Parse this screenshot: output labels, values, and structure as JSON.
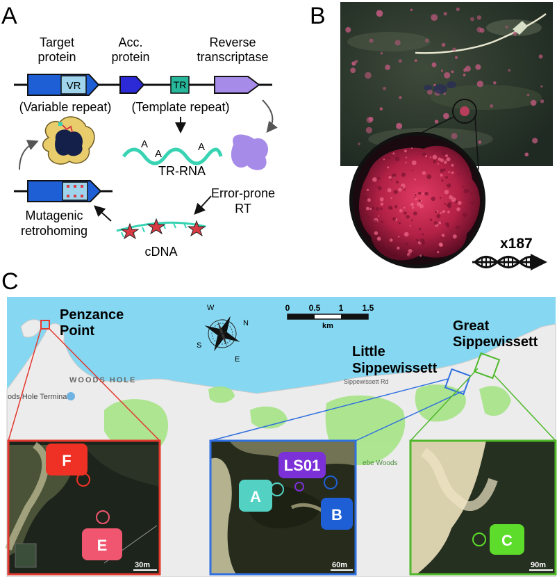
{
  "panels": {
    "a": "A",
    "b": "B",
    "c": "C"
  },
  "panel_a": {
    "genes": {
      "target": [
        "Target",
        "protein"
      ],
      "vr": "VR",
      "accessory": [
        "Acc.",
        "protein"
      ],
      "tr": "TR",
      "rt": [
        "Reverse",
        "transcriptase"
      ]
    },
    "variable_repeat": "(Variable repeat)",
    "template_repeat": "(Template repeat)",
    "rna_letter": "A",
    "tr_rna": "TR-RNA",
    "error_prone": [
      "Error-prone",
      "RT"
    ],
    "cdna": "cDNA",
    "mutagenic": [
      "Mutagenic",
      "retrohoming"
    ],
    "colors": {
      "target": "#1f5fd6",
      "vr": "#9fd4ec",
      "accessory": "#2b2ad6",
      "tr": "#27b79a",
      "rt": "#a78be8",
      "rna": "#37d3b3",
      "star": "#d93b45"
    }
  },
  "panel_b": {
    "count_label": "x187",
    "colors": {
      "mat": "#b83f5c",
      "sediment": "#2e3a2f"
    }
  },
  "panel_c": {
    "scalebar": {
      "ticks": [
        "0",
        "0.5",
        "1",
        "1.5"
      ],
      "unit": "km"
    },
    "compass": [
      "N",
      "E",
      "S",
      "W"
    ],
    "map_text": {
      "woods_hole": "WOODS HOLE",
      "terminal": "ods Hole Terminal",
      "road": "Sippewissett Rd",
      "woods": "ebe Woods"
    },
    "places": {
      "penzance": [
        "Penzance",
        "Point"
      ],
      "little": [
        "Little",
        "Sippewissett"
      ],
      "great": [
        "Great",
        "Sippewissett"
      ]
    },
    "sites": [
      {
        "label": "F",
        "color": "#ee3124"
      },
      {
        "label": "E",
        "color": "#f0566f"
      },
      {
        "label": "LS01",
        "color": "#7c30d8"
      },
      {
        "label": "A",
        "color": "#53d2c4"
      },
      {
        "label": "B",
        "color": "#1f5fd6"
      },
      {
        "label": "C",
        "color": "#5ddc2c"
      }
    ],
    "insets": [
      {
        "name": "penzance",
        "color": "#e3382e",
        "scale": "30m"
      },
      {
        "name": "little",
        "color": "#2f6fe0",
        "scale": "60m"
      },
      {
        "name": "great",
        "color": "#4fb82a",
        "scale": "90m"
      }
    ],
    "colors": {
      "water": "#86d8f2",
      "land": "#ececec",
      "green": "#a6e487"
    }
  }
}
